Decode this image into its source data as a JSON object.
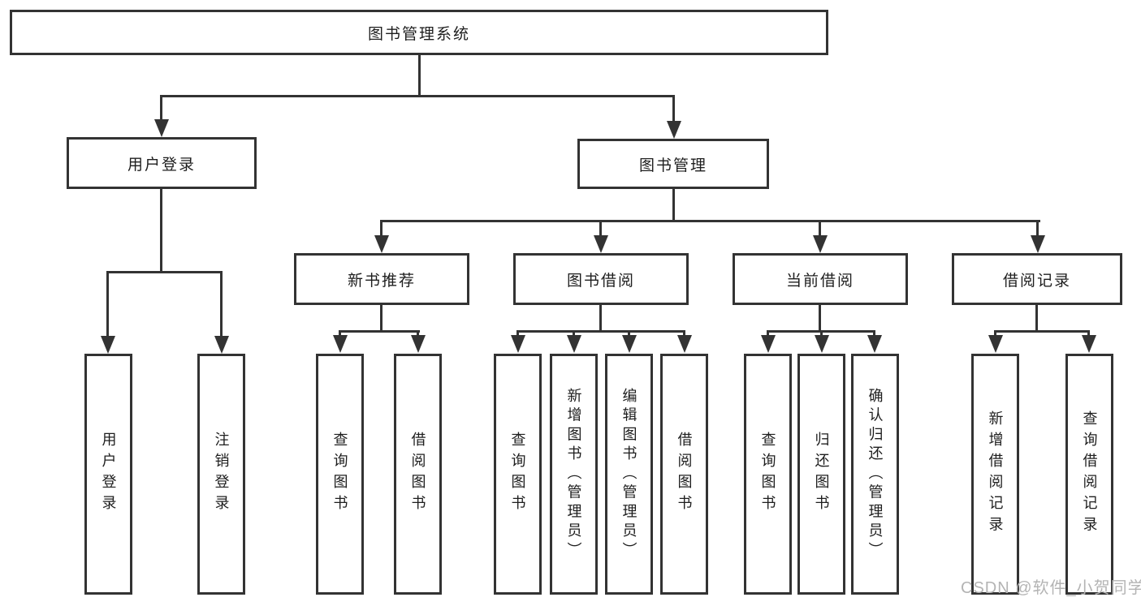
{
  "diagram": {
    "root": {
      "label": "图书管理系统"
    },
    "branches": [
      {
        "label": "用户登录",
        "children": [
          {
            "label": "用户登录"
          },
          {
            "label": "注销登录"
          }
        ]
      },
      {
        "label": "图书管理",
        "children": [
          {
            "label": "新书推荐",
            "children": [
              {
                "label": "查询图书"
              },
              {
                "label": "借阅图书"
              }
            ]
          },
          {
            "label": "图书借阅",
            "children": [
              {
                "label": "查询图书"
              },
              {
                "label": "新增图书（管理员）"
              },
              {
                "label": "编辑图书（管理员）"
              },
              {
                "label": "借阅图书"
              }
            ]
          },
          {
            "label": "当前借阅",
            "children": [
              {
                "label": "查询图书"
              },
              {
                "label": "归还图书"
              },
              {
                "label": "确认归还（管理员）"
              }
            ]
          },
          {
            "label": "借阅记录",
            "children": [
              {
                "label": "新增借阅记录"
              },
              {
                "label": "查询借阅记录"
              }
            ]
          }
        ]
      }
    ]
  },
  "watermark": {
    "text": "CSDN @软件_小贺同学"
  },
  "colors": {
    "line": "#333333",
    "text": "#1e1e1e",
    "watermark": "#b4b4b4",
    "background": "#ffffff"
  }
}
